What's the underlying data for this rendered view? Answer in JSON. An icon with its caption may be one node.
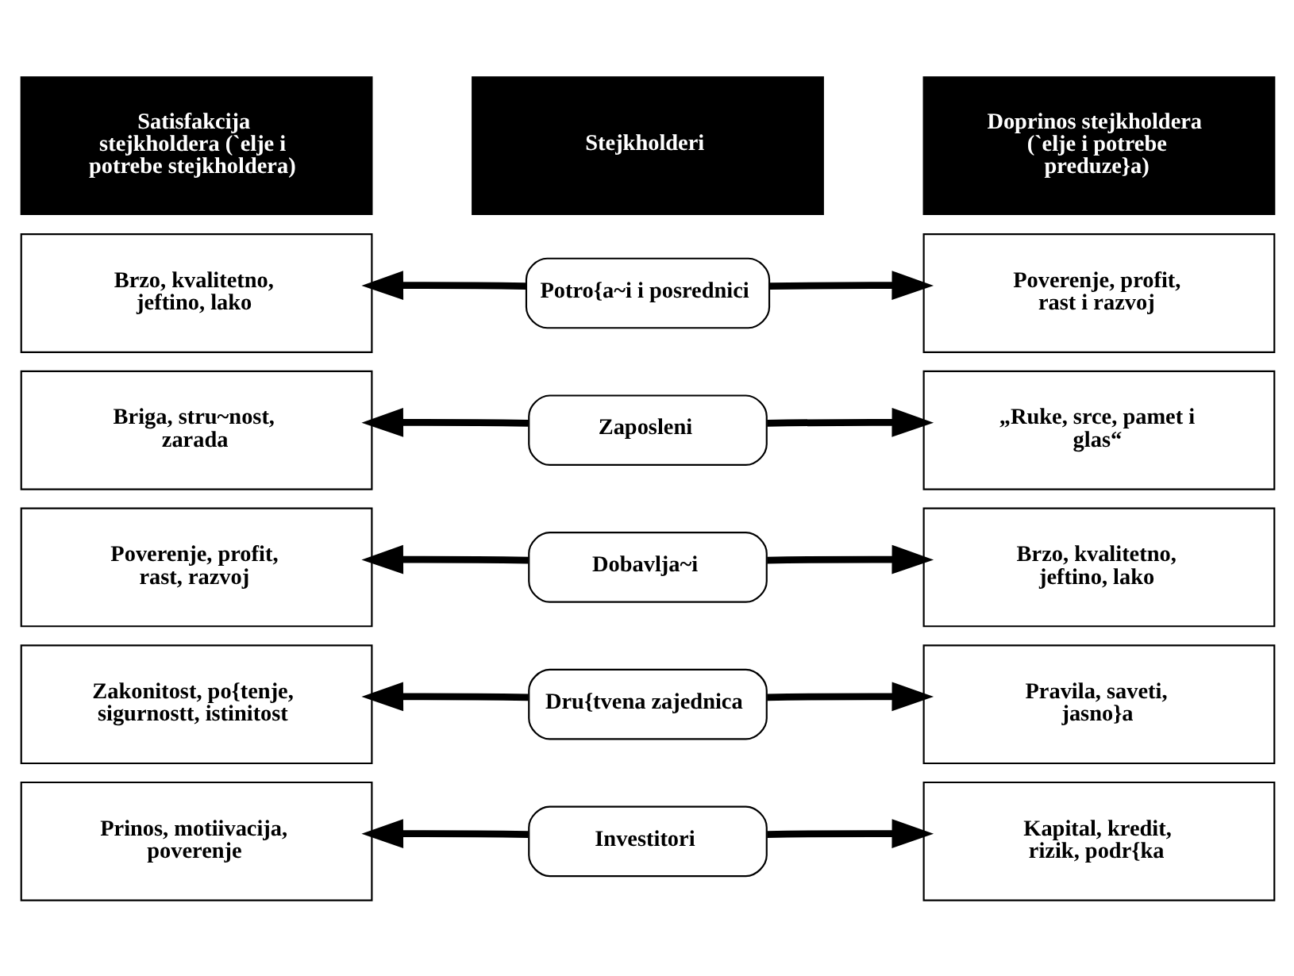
{
  "diagram": {
    "nodes": [
      {
        "text": [
          "Satisfakcija stejkholdera (`elje i potrebe stejkholdera)"
        ]
      },
      {
        "text": [
          "Stejkholderi"
        ]
      },
      {
        "text": [
          "Doprinos stejkholdera (`elje i potrebe preduze}a)"
        ]
      },
      {
        "text": [
          "Brzo, kvalitetno, jeftino, lako"
        ]
      },
      {
        "text": [
          "Potro{a~i i posrednici"
        ]
      },
      {
        "text": [
          "Poverenje, profit, rast i razvoj"
        ]
      },
      {
        "text": [
          "Briga, stru~nost, zarada"
        ]
      },
      {
        "text": [
          "Zaposleni"
        ]
      },
      {
        "text": [
          "„Ruke, srce, pamet i glas“"
        ]
      },
      {
        "text": [
          "Poverenje, profit, rast, razvoj"
        ]
      },
      {
        "text": [
          "Dobavlja~i"
        ]
      },
      {
        "text": [
          "Brzo, kvalitetno, jeftino, lako"
        ]
      },
      {
        "text": [
          "Zakonitost, po{tenje, sigurnostt, istinitost"
        ]
      },
      {
        "text": [
          "Dru{tvena zajednica"
        ]
      },
      {
        "text": [
          "Pravila, saveti, jasno}a"
        ]
      },
      {
        "text": [
          "Prinos, motiivacija, poverenje"
        ]
      },
      {
        "text": [
          "Investitori"
        ]
      },
      {
        "text": [
          "Kapital, kredit, rizik, podr{ka"
        ]
      }
    ],
    "edges": [
      {
        "from": 4,
        "to": 3,
        "arrow": "to"
      },
      {
        "from": 4,
        "to": 5,
        "arrow": "to"
      },
      {
        "from": 7,
        "to": 6,
        "arrow": "to"
      },
      {
        "from": 7,
        "to": 8,
        "arrow": "to"
      },
      {
        "from": 10,
        "to": 9,
        "arrow": "to"
      },
      {
        "from": 10,
        "to": 11,
        "arrow": "to"
      },
      {
        "from": 13,
        "to": 12,
        "arrow": "to"
      },
      {
        "from": 13,
        "to": 14,
        "arrow": "to"
      },
      {
        "from": 16,
        "to": 15,
        "arrow": "to"
      },
      {
        "from": 16,
        "to": 17,
        "arrow": "to"
      }
    ]
  }
}
